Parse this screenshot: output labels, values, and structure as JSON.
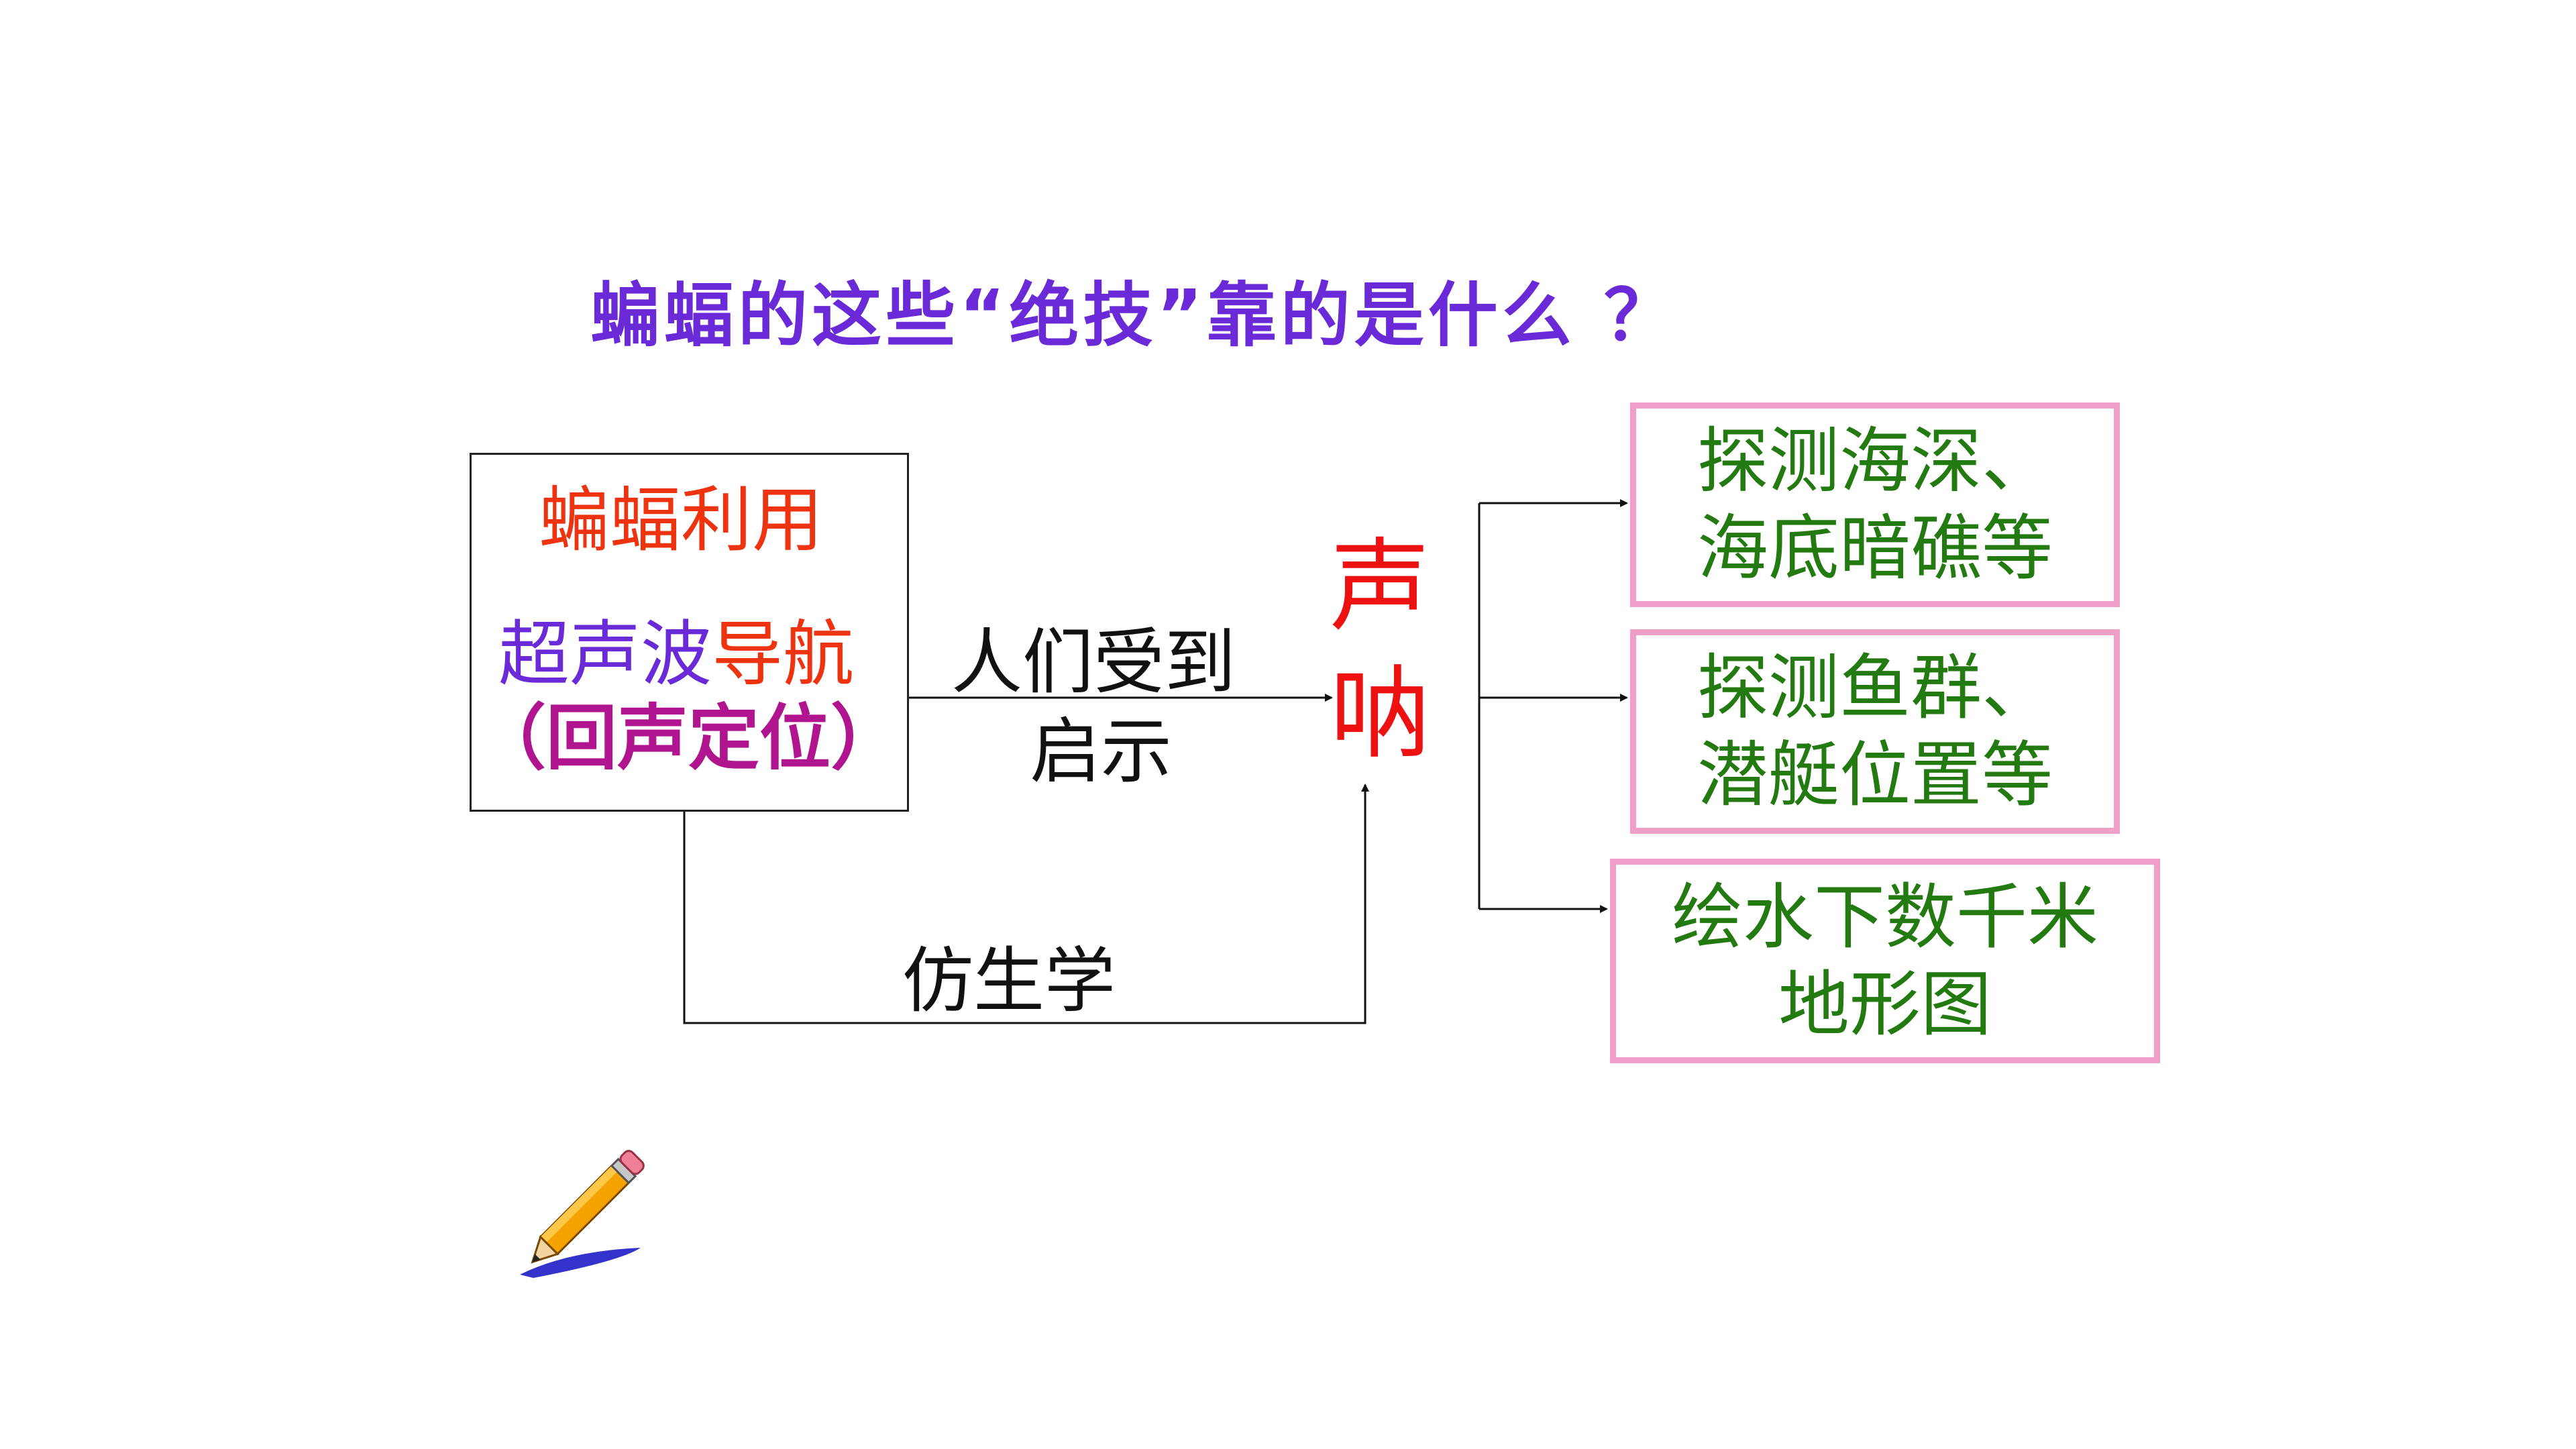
{
  "title": "蝙蝠的这些“绝技”靠的是什么 ？",
  "source_box": {
    "line1": "蝙蝠利用",
    "line2_a": "超声波",
    "line2_b": "导航",
    "line3": "（回声定位）"
  },
  "arrow_label_top": {
    "line1": "人们受到",
    "line2": "启示"
  },
  "arrow_label_bottom": "仿生学",
  "center_term": {
    "char1": "声",
    "char2": "呐"
  },
  "applications": [
    {
      "line1": "探测海深、",
      "line2": "海底暗礁等"
    },
    {
      "line1": "探测鱼群、",
      "line2": "潜艇位置等"
    },
    {
      "line1": "绘水下数千米",
      "line2": "地形图"
    }
  ],
  "colors": {
    "title": "#6a2ad8",
    "accent_red": "#ee3311",
    "magenta": "#b0158f",
    "green": "#237a11",
    "pink_border": "#f0a0c8"
  },
  "icons": [
    "pencil-icon"
  ]
}
